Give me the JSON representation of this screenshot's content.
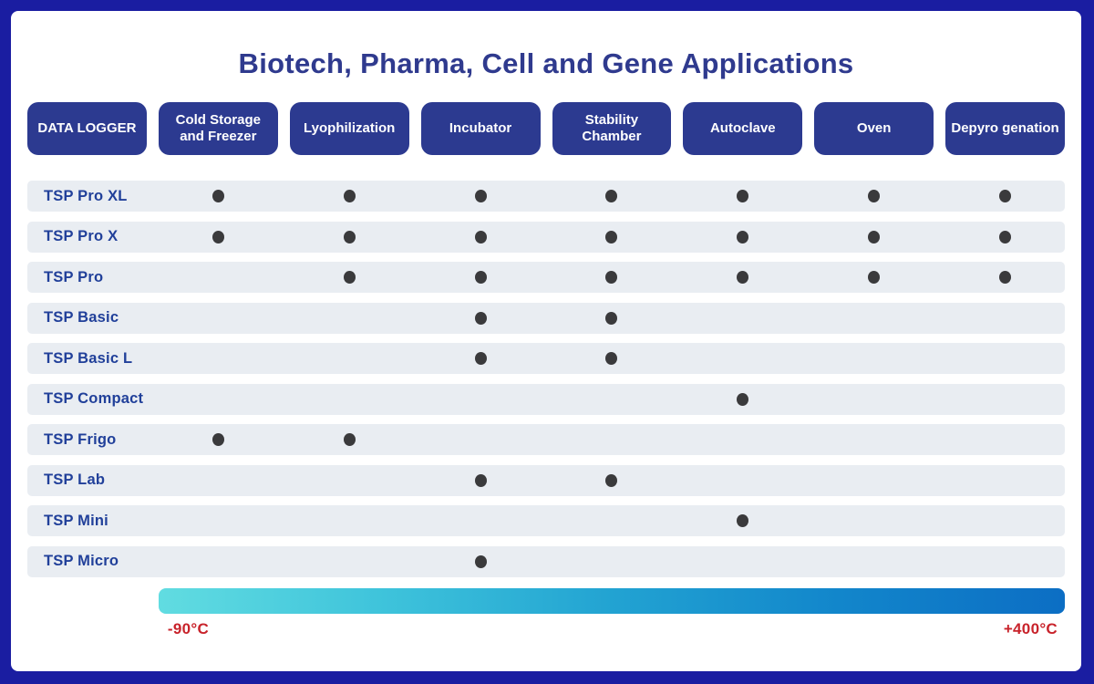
{
  "title": "Biotech, Pharma, Cell and Gene Applications",
  "chart_data": {
    "type": "table",
    "title": "Biotech, Pharma, Cell and Gene Applications",
    "row_header": "DATA LOGGER",
    "columns": [
      "Cold Storage and Freezer",
      "Lyophilization",
      "Incubator",
      "Stability Chamber",
      "Autoclave",
      "Oven",
      "Depyro genation"
    ],
    "rows": [
      {
        "label": "TSP Pro XL",
        "values": [
          1,
          1,
          1,
          1,
          1,
          1,
          1
        ]
      },
      {
        "label": "TSP Pro X",
        "values": [
          1,
          1,
          1,
          1,
          1,
          1,
          1
        ]
      },
      {
        "label": "TSP Pro",
        "values": [
          0,
          1,
          1,
          1,
          1,
          1,
          1
        ]
      },
      {
        "label": "TSP Basic",
        "values": [
          0,
          0,
          1,
          1,
          0,
          0,
          0
        ]
      },
      {
        "label": "TSP Basic L",
        "values": [
          0,
          0,
          1,
          1,
          0,
          0,
          0
        ]
      },
      {
        "label": "TSP Compact",
        "values": [
          0,
          0,
          0,
          0,
          1,
          0,
          0
        ]
      },
      {
        "label": "TSP Frigo",
        "values": [
          1,
          1,
          0,
          0,
          0,
          0,
          0
        ]
      },
      {
        "label": "TSP Lab",
        "values": [
          0,
          0,
          1,
          1,
          0,
          0,
          0
        ]
      },
      {
        "label": "TSP Mini",
        "values": [
          0,
          0,
          0,
          0,
          1,
          0,
          0
        ]
      },
      {
        "label": "TSP Micro",
        "values": [
          0,
          0,
          1,
          0,
          0,
          0,
          0
        ]
      }
    ],
    "dot_marker": "filled-circle",
    "legend_position": "none",
    "temperature_scale": {
      "min_label": "-90°C",
      "max_label": "+400°C",
      "gradient_start": "#61dce1",
      "gradient_end": "#0c6ec4"
    }
  },
  "colors": {
    "frame_border": "#1a1da1",
    "header_pill": "#2c3a90",
    "title_text": "#2f3a8e",
    "row_label_text": "#21409a",
    "row_band": "#e9edf2",
    "dot": "#3a3a3c",
    "temp_label_text": "#c8232b"
  }
}
